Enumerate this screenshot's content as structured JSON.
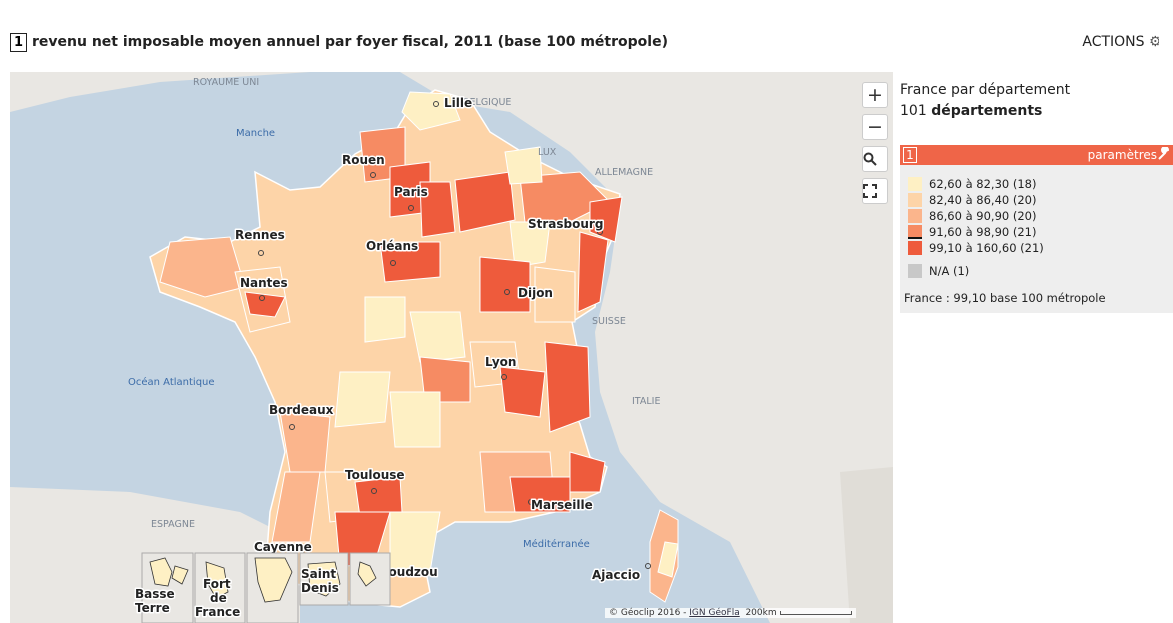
{
  "header": {
    "indicator_number": "1",
    "title": "revenu net imposable moyen annuel par foyer fiscal, 2011 (base 100 métropole)",
    "actions_label": "ACTIONS"
  },
  "map": {
    "controls": {
      "zoom_in": "+",
      "zoom_out": "−"
    },
    "countries": [
      "ROYAUME UNI",
      "BELGIQUE",
      "LUX",
      "ALLEMAGNE",
      "SUISSE",
      "ITALIE",
      "ESPAGNE"
    ],
    "seas": [
      "Manche",
      "Océan Atlantique",
      "Méditérranée"
    ],
    "cities": [
      "Lille",
      "Rouen",
      "Paris",
      "Strasbourg",
      "Rennes",
      "Orléans",
      "Nantes",
      "Dijon",
      "Lyon",
      "Bordeaux",
      "Toulouse",
      "Marseille",
      "Ajaccio",
      "Cayenne",
      "Mamoudzou"
    ],
    "overseas": {
      "basse_terre_1": "Basse",
      "basse_terre_2": "Terre",
      "fort_de_france_1": "Fort",
      "fort_de_france_2": "de",
      "fort_de_france_3": "France",
      "saint_denis_1": "Saint",
      "saint_denis_2": "Denis"
    },
    "attribution": {
      "prefix": "© Géoclip 2016 - ",
      "source_link": "IGN GéoFla",
      "scale": "200km"
    }
  },
  "side_panel": {
    "area_title": "France par département",
    "count_number": "101",
    "count_unit": "départements",
    "legend_number": "1",
    "legend_settings_label": "paramètres",
    "legend": [
      {
        "label": "62,60 à 82,30 (18)",
        "color": "#fef0c4"
      },
      {
        "label": "82,40 à 86,40 (20)",
        "color": "#fdd4a8"
      },
      {
        "label": "86,60 à 90,90 (20)",
        "color": "#fbb58c"
      },
      {
        "label": "91,60 à 98,90 (21)",
        "color": "#f68b63"
      },
      {
        "label": "99,10 à 160,60 (21)",
        "color": "#ee5b3c"
      },
      {
        "label": "N/A (1)",
        "color": "#c8c8c8"
      }
    ],
    "note": "France : 99,10 base 100 métropole"
  }
}
